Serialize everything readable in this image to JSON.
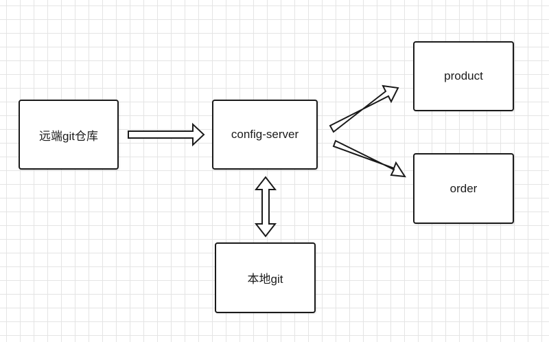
{
  "nodes": {
    "remote_git": "远端git仓库",
    "config_server": "config-server",
    "product": "product",
    "order": "order",
    "local_git": "本地git"
  },
  "edges": [
    {
      "from": "remote_git",
      "to": "config_server",
      "direction": "one-way"
    },
    {
      "from": "config_server",
      "to": "product",
      "direction": "one-way"
    },
    {
      "from": "config_server",
      "to": "order",
      "direction": "one-way"
    },
    {
      "from": "config_server",
      "to": "local_git",
      "direction": "two-way"
    }
  ],
  "colors": {
    "border": "#1a1a1a",
    "grid": "#e4e4e4",
    "background": "#ffffff"
  }
}
